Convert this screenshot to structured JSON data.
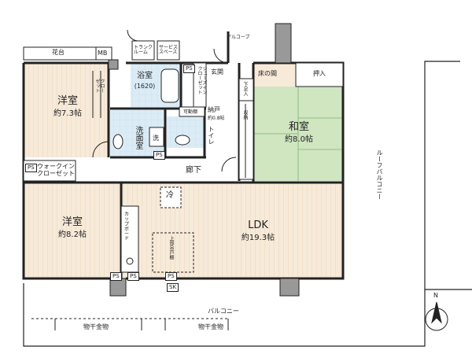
{
  "rooms": {
    "western_room_1": {
      "name": "洋室",
      "size": "約7.3帖"
    },
    "western_room_2": {
      "name": "洋室",
      "size": "約8.2帖"
    },
    "japanese_room": {
      "name": "和室",
      "size": "約8.0帖"
    },
    "ldk": {
      "name": "LDK",
      "size": "約19.3帖"
    },
    "bathroom": {
      "name": "浴室",
      "size": "(1620)"
    },
    "washroom": {
      "name": "洗面室"
    },
    "toilet": {
      "name": "トイレ"
    },
    "storage_closet": {
      "name": "納戸",
      "size": "約0.8帖"
    },
    "walk_in_closet": {
      "name": "ウォークイン\nクローゼット"
    },
    "hallway": {
      "name": "廊下"
    },
    "entrance": {
      "name": "玄関"
    }
  },
  "labels": {
    "flower_bed": "花台",
    "mb": "MB",
    "trunk_room": "トランク\nルーム",
    "service_space": "サービス\nスペース",
    "alcove": "アルコーブ",
    "tokonoma": "床の間",
    "oshiire": "押入",
    "shoe_closet": "下足入",
    "storage": "収納",
    "closet": "クロー\nゼット",
    "shoes_in_closet": "シューズイン\nクローゼット",
    "ps": "PS",
    "wash": "洗",
    "fridge": "冷",
    "sk": "SK",
    "kitchen_cabinet": "カ\nッ\nプ\nボ\nー\nド",
    "upper_cabinet": "上部吊戸棚",
    "roof_balcony": "ルーフバルコニー",
    "balcony": "バルコニー",
    "drying_rack_1": "物干金物",
    "drying_rack_2": "物干金物",
    "movable_shelf": "可動棚",
    "north": "N"
  },
  "colors": {
    "wall": "#222222",
    "floor_wood": "#f7ead9",
    "floor_grain": "#e9d6bd",
    "tatami": "#cfe6c1",
    "tile": "#dcecf6",
    "white": "#ffffff"
  }
}
